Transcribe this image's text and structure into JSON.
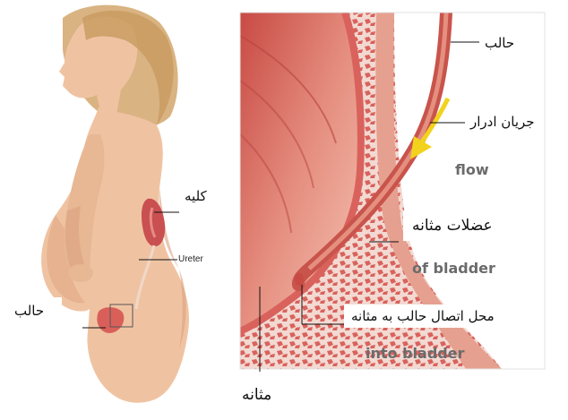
{
  "labels": {
    "ureter_top_right": "حالب",
    "urine_flow": "جریان ادرار",
    "bladder_muscle": "عضلات مثانه",
    "ureter_bladder_junction": "محل اتصال حالب به مثانه",
    "bladder": "مثانه",
    "kidney": "کلیه",
    "ureter_left": "حالب",
    "ureter_english": "Ureter"
  },
  "ghost_text": {
    "flow": "flow",
    "of_bladder": "of bladder",
    "into_bladder": "into bladder"
  },
  "colors": {
    "skin": "#efc3a2",
    "hair": "#d6b07a",
    "bladder_muscle": "#d8554e",
    "bladder_lumen": "#f2b19c",
    "arrow": "#f2d21c"
  }
}
